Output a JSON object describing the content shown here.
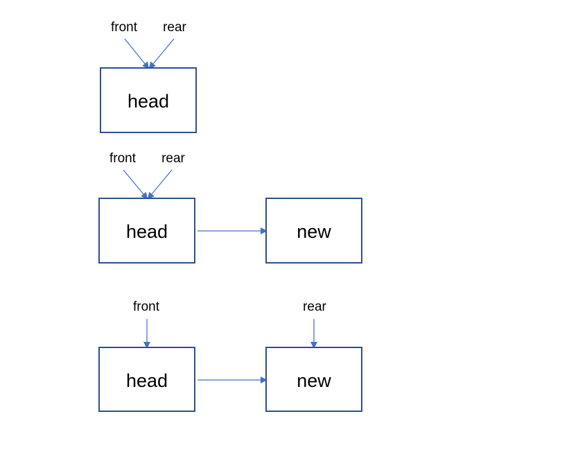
{
  "colors": {
    "box_border": "#2f4f8f",
    "arrow": "#4472c4",
    "text": "#000000",
    "background": "#ffffff"
  },
  "step1": {
    "front_label": "front",
    "rear_label": "rear",
    "head_label": "head"
  },
  "step2": {
    "front_label": "front",
    "rear_label": "rear",
    "head_label": "head",
    "new_label": "new"
  },
  "step3": {
    "front_label": "front",
    "rear_label": "rear",
    "head_label": "head",
    "new_label": "new"
  }
}
